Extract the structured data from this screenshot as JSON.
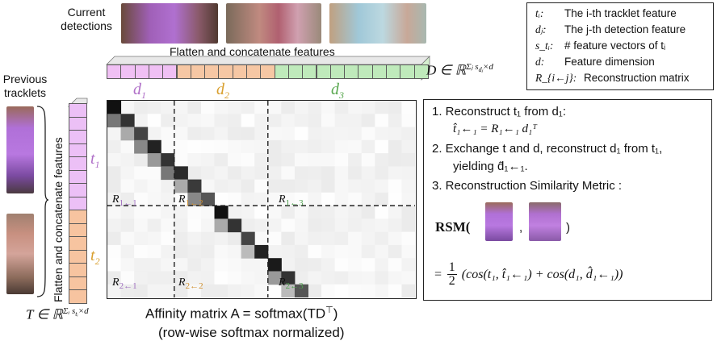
{
  "labels": {
    "current_detections": "Current\ndetections",
    "previous_tracklets": "Previous\ntracklets",
    "flatten_top": "Flatten and concatenate features",
    "flatten_side": "Flatten and concatenate features",
    "d_formula": "D ∈ ℝ",
    "d_formula_exp": "Σⱼ s",
    "d_formula_sub": "dⱼ",
    "d_formula_tail": "×d",
    "t_formula": "T ∈ ℝ",
    "t_formula_exp": "Σᵢ s",
    "t_formula_sub": "tᵢ",
    "t_formula_tail": "×d",
    "affinity_line1": "Affinity matrix A = softmax(TD",
    "affinity_sup": "⊤",
    "affinity_close": ")",
    "affinity_line2": "(row-wise softmax normalized)"
  },
  "segments": {
    "d1": "d",
    "d1_sub": "1",
    "d2": "d",
    "d2_sub": "2",
    "d3": "d",
    "d3_sub": "3",
    "t1": "t",
    "t1_sub": "1",
    "t2": "t",
    "t2_sub": "2"
  },
  "blocks": [
    {
      "r": "R",
      "sub": "1←1"
    },
    {
      "r": "R",
      "sub": "1←2"
    },
    {
      "r": "R",
      "sub": "1←3"
    },
    {
      "r": "R",
      "sub": "2←1"
    },
    {
      "r": "R",
      "sub": "2←2"
    },
    {
      "r": "R",
      "sub": "2←3"
    }
  ],
  "legend": [
    {
      "sym": "tᵢ:",
      "text": "The i-th tracklet feature"
    },
    {
      "sym": "dⱼ:",
      "text": "The j-th detection feature"
    },
    {
      "sym": "s_tᵢ:",
      "text": "# feature vectors of tᵢ"
    },
    {
      "sym": "d:",
      "text": "Feature dimension"
    },
    {
      "sym": "R_{i←j}:",
      "text": "Reconstruction matrix"
    }
  ],
  "steps": {
    "s1": "1. Reconstruct t₁ from d₁:",
    "s1_eq": "t̂₁←₁ = R₁←₁ d₁ᵀ",
    "s2": "2. Exchange t and d, reconstruct d₁ from t₁,",
    "s2b": "yielding d̂₁←₁.",
    "s3": "3. Reconstruction Similarity Metric :",
    "rsm": "RSM(",
    "rsm_comma": ",",
    "rsm_close": ")",
    "formula_prefix": "=",
    "formula_frac_num": "1",
    "formula_frac_den": "2",
    "formula": "(cos(t₁, t̂₁←₁) + cos(d₁, d̂₁←₁))"
  },
  "colors": {
    "d1": "#f0c0f4",
    "d2": "#f6c7a4",
    "d3": "#bfeabb",
    "t1": "#ecc0f6",
    "t2": "#f7c4a0",
    "d1_text": "#b070c8",
    "d2_text": "#d9a030",
    "d3_text": "#5aa850",
    "r_sub": "#a070c0",
    "r_sub2": "#d09030",
    "r_sub3": "#50a050"
  }
}
